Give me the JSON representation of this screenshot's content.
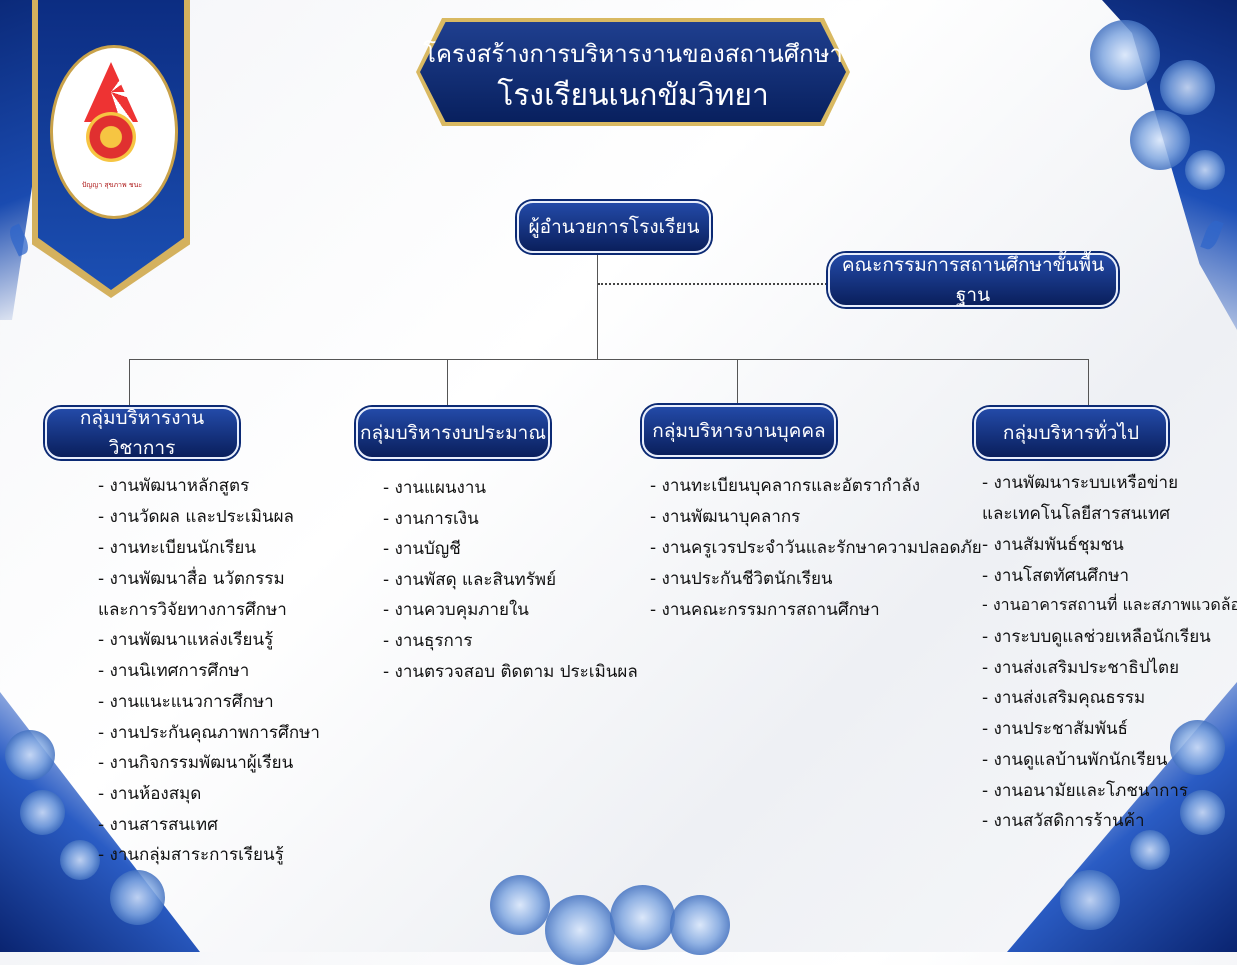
{
  "title": {
    "line1": "โครงสร้างการบริหารงานของสถานศึกษา",
    "line2": "โรงเรียนเนกขัมวิทยา"
  },
  "logo": {
    "motto": "ปัญญา สุขภาพ ชนะ"
  },
  "director": "ผู้อำนวยการโรงเรียน",
  "committee": "คณะกรรมการสถานศึกษาขั้นพื้นฐาน",
  "groups": [
    {
      "label": "กลุ่มบริหารงานวิชาการ",
      "items": [
        "- งานพัฒนาหลักสูตร",
        "- งานวัดผล และประเมินผล",
        "- งานทะเบียนนักเรียน",
        "- งานพัฒนาสื่อ นวัตกรรม",
        "และการวิจัยทางการศึกษา",
        " - งานพัฒนาแหล่งเรียนรู้",
        "- งานนิเทศการศึกษา",
        "- งานแนะแนวการศึกษา",
        "- งานประกันคุณภาพการศึกษา",
        "- งานกิจกรรมพัฒนาผู้เรียน",
        "- งานห้องสมุด",
        "- งานสารสนเทศ",
        "- งานกลุ่มสาระการเรียนรู้"
      ]
    },
    {
      "label": "กลุ่มบริหารงบประมาณ",
      "items": [
        "- งานแผนงาน",
        "- งานการเงิน",
        "- งานบัญชี",
        "- งานพัสดุ และสินทรัพย์",
        "- งานควบคุมภายใน",
        "- งานธุรการ",
        "- งานตรวจสอบ ติดตาม ประเมินผล"
      ]
    },
    {
      "label": "กลุ่มบริหารงานบุคคล",
      "items": [
        "- งานทะเบียนบุคลากรและอัตรากำลัง",
        "- งานพัฒนาบุคลากร",
        "- งานครูเวรประจำวันและรักษาความปลอดภัย",
        "- งานประกันชีวิตนักเรียน",
        "- งานคณะกรรมการสถานศึกษา"
      ]
    },
    {
      "label": "กลุ่มบริหารทั่วไป",
      "items": [
        "- งานพัฒนาระบบเหรือข่าย",
        "และเทคโนโลยีสารสนเทศ",
        "- งานสัมพันธ์ชุมชน",
        "- งานโสตทัศนศึกษา",
        "- งานอาคารสถานที่ และสภาพแวดล้อม",
        "- งาระบบดูแลช่วยเหลือนักเรียน",
        "- งานส่งเสริมประชาธิปไตย",
        "- งานส่งเสริมคุณธรรม",
        "- งานประชาสัมพันธ์",
        "- งานดูแลบ้านพักนักเรียน",
        "- งานอนามัยและโภชนาการ",
        "- งานสวัสดิการร้านค้า"
      ]
    }
  ]
}
